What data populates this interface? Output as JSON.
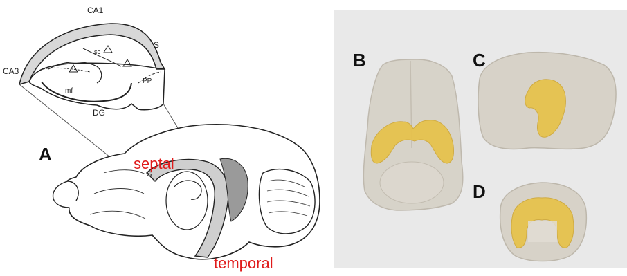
{
  "panels": {
    "a": "A",
    "b": "B",
    "c": "C",
    "d": "D"
  },
  "hippocampus_labels": {
    "ca1": "CA1",
    "ca3": "CA3",
    "dg": "DG",
    "s": "S",
    "pp": "PP",
    "mf": "mf",
    "sc": "sc",
    "s_small": "S"
  },
  "axis_labels": {
    "septal": "septal",
    "temporal": "temporal"
  },
  "colors": {
    "red": "#e01b1b",
    "brain_gray": "#c9c4bb",
    "hippocampus_gold": "#e7c24a",
    "background_gray": "#e9e9e9"
  }
}
